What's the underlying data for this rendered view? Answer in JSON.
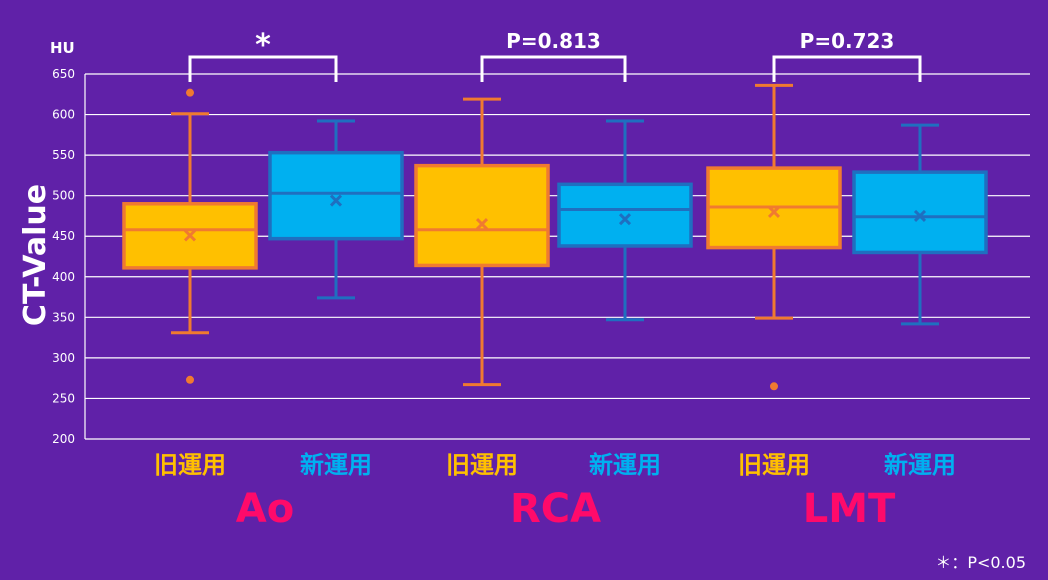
{
  "colors": {
    "background": "#6021a8",
    "old_fill": "#ffc000",
    "old_line": "#f07a30",
    "new_fill": "#00b0f0",
    "new_line": "#1f6fc0",
    "old_label": "#ffc000",
    "new_label": "#00b0f0",
    "group_label": "#ff0a6a",
    "grid": "#ffffff"
  },
  "chart_data": {
    "type": "box",
    "y_unit": "HU",
    "ylabel": "CT-Value",
    "ylim": [
      200,
      650
    ],
    "yticks": [
      200,
      250,
      300,
      350,
      400,
      450,
      500,
      550,
      600,
      650
    ],
    "grid": true,
    "groups": [
      {
        "name": "Ao",
        "significance": "*",
        "boxes": [
          {
            "category": "旧運用",
            "series": "old",
            "min": 331,
            "q1": 411,
            "median": 458,
            "q3": 490,
            "max": 601,
            "mean": 451,
            "outliers": [
              627,
              273
            ]
          },
          {
            "category": "新運用",
            "series": "new",
            "min": 374,
            "q1": 447,
            "median": 503,
            "q3": 553,
            "max": 592,
            "mean": 494,
            "outliers": []
          }
        ]
      },
      {
        "name": "RCA",
        "significance": "P=0.813",
        "boxes": [
          {
            "category": "旧運用",
            "series": "old",
            "min": 267,
            "q1": 414,
            "median": 458,
            "q3": 537,
            "max": 619,
            "mean": 465,
            "outliers": []
          },
          {
            "category": "新運用",
            "series": "new",
            "min": 347,
            "q1": 438,
            "median": 483,
            "q3": 514,
            "max": 592,
            "mean": 471,
            "outliers": []
          }
        ]
      },
      {
        "name": "LMT",
        "significance": "P=0.723",
        "boxes": [
          {
            "category": "旧運用",
            "series": "old",
            "min": 349,
            "q1": 436,
            "median": 486,
            "q3": 534,
            "max": 636,
            "mean": 480,
            "outliers": [
              265
            ]
          },
          {
            "category": "新運用",
            "series": "new",
            "min": 342,
            "q1": 430,
            "median": 474,
            "q3": 529,
            "max": 587,
            "mean": 475,
            "outliers": []
          }
        ]
      }
    ],
    "footnote": "＊：P<0.05"
  }
}
